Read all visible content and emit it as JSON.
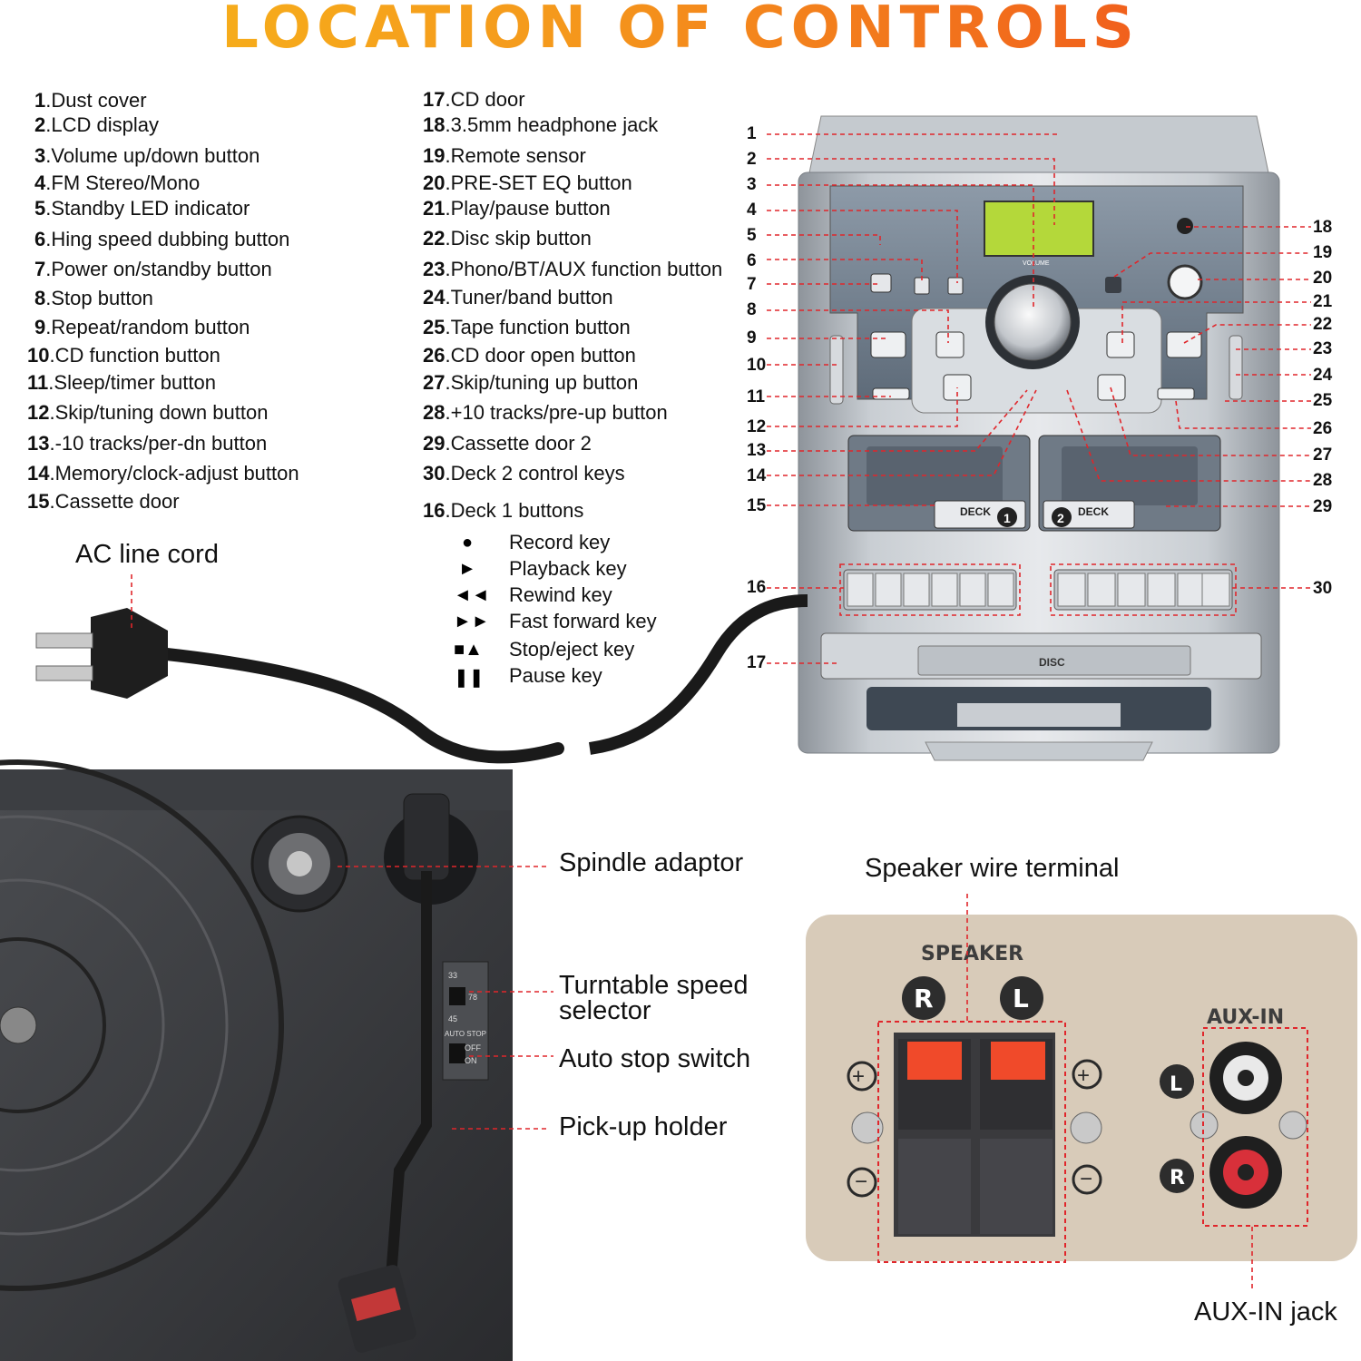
{
  "title": "LOCATION OF CONTROLS",
  "controls": [
    {
      "n": "1",
      "label": "Dust cover"
    },
    {
      "n": "2",
      "label": "LCD display"
    },
    {
      "n": "3",
      "label": "Volume up/down button"
    },
    {
      "n": "4",
      "label": "FM Stereo/Mono"
    },
    {
      "n": "5",
      "label": "Standby LED indicator"
    },
    {
      "n": "6",
      "label": "Hing speed dubbing button"
    },
    {
      "n": "7",
      "label": "Power on/standby button"
    },
    {
      "n": "8",
      "label": "Stop button"
    },
    {
      "n": "9",
      "label": "Repeat/random button"
    },
    {
      "n": "10",
      "label": "CD function button"
    },
    {
      "n": "11",
      "label": "Sleep/timer button"
    },
    {
      "n": "12",
      "label": "Skip/tuning down button"
    },
    {
      "n": "13",
      "label": "-10 tracks/per-dn button"
    },
    {
      "n": "14",
      "label": "Memory/clock-adjust button"
    },
    {
      "n": "15",
      "label": "Cassette door"
    },
    {
      "n": "17",
      "label": "CD door"
    },
    {
      "n": "18",
      "label": "3.5mm headphone jack"
    },
    {
      "n": "19",
      "label": "Remote sensor"
    },
    {
      "n": "20",
      "label": "PRE-SET EQ button"
    },
    {
      "n": "21",
      "label": "Play/pause button"
    },
    {
      "n": "22",
      "label": "Disc skip button"
    },
    {
      "n": "23",
      "label": "Phono/BT/AUX function button"
    },
    {
      "n": "24",
      "label": "Tuner/band button"
    },
    {
      "n": "25",
      "label": "Tape function button"
    },
    {
      "n": "26",
      "label": "CD door open button"
    },
    {
      "n": "27",
      "label": "Skip/tuning up button"
    },
    {
      "n": "28",
      "label": "+10 tracks/pre-up button"
    },
    {
      "n": "29",
      "label": "Cassette door 2"
    },
    {
      "n": "30",
      "label": "Deck 2 control keys"
    },
    {
      "n": "16",
      "label": "Deck 1 buttons"
    }
  ],
  "deck_keys": [
    {
      "symbol": "●",
      "label": "Record key"
    },
    {
      "symbol": "►",
      "label": "Playback key"
    },
    {
      "symbol": "◄◄",
      "label": "Rewind key"
    },
    {
      "symbol": "►►",
      "label": "Fast forward key"
    },
    {
      "symbol": "■▲",
      "label": "Stop/eject key"
    },
    {
      "symbol": "❚❚",
      "label": "Pause key"
    }
  ],
  "callouts": {
    "ac_cord": "AC line cord",
    "spindle": "Spindle adaptor",
    "speed_selector": "Turntable speed selector",
    "auto_stop": "Auto stop switch",
    "pickup": "Pick-up holder",
    "speaker_terminal": "Speaker wire terminal",
    "aux_jack": "AUX-IN jack"
  },
  "device_numbers_left": [
    "1",
    "2",
    "3",
    "4",
    "5",
    "6",
    "7",
    "8",
    "9",
    "10",
    "11",
    "12",
    "13",
    "14",
    "15",
    "16",
    "17"
  ],
  "device_numbers_right": [
    "18",
    "19",
    "20",
    "21",
    "22",
    "23",
    "24",
    "25",
    "26",
    "27",
    "28",
    "29",
    "30"
  ],
  "panel_text": {
    "speaker": "SPEAKER",
    "aux_in": "AUX-IN",
    "r": "R",
    "l": "L",
    "deck1": "DECK",
    "deck2": "DECK",
    "volume": "VOLUME",
    "disc": "DISC",
    "speed33": "33",
    "speed78": "78",
    "speed45": "45",
    "autostop": "AUTO STOP",
    "off": "OFF",
    "on": "ON"
  },
  "colors": {
    "accent_orange": "#f59a1c",
    "leader_red": "#e0262b",
    "lcd_green": "#b4d83a",
    "panel_tan": "#d8cbb9",
    "terminal_red": "#f04a2a"
  }
}
